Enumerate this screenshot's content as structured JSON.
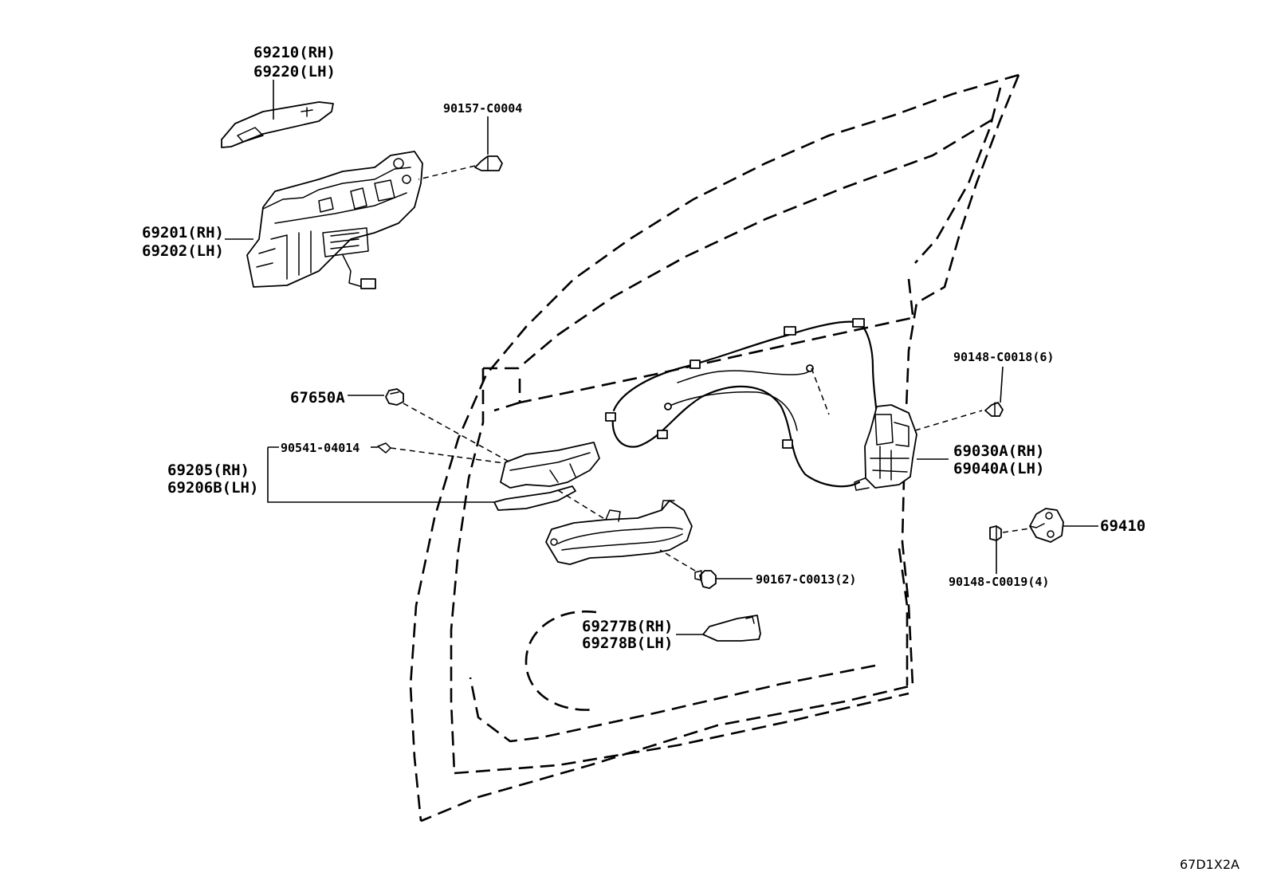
{
  "callouts": {
    "c69210": [
      "69210(RH)",
      "69220(LH)"
    ],
    "c90157": "90157-C0004",
    "c69201": [
      "69201(RH)",
      "69202(LH)"
    ],
    "c90148a": "90148-C0018(6)",
    "c67650": "67650A",
    "c90541": "90541-04014",
    "c69205": [
      "69205(RH)",
      "69206B(LH)"
    ],
    "c69030": [
      "69030A(RH)",
      "69040A(LH)"
    ],
    "c69410": "69410",
    "c90148b": "90148-C0019(4)",
    "c90167": "90167-C0013(2)",
    "c69277": [
      "69277B(RH)",
      "69278B(LH)"
    ]
  },
  "diagram_code": "67D1X2A"
}
